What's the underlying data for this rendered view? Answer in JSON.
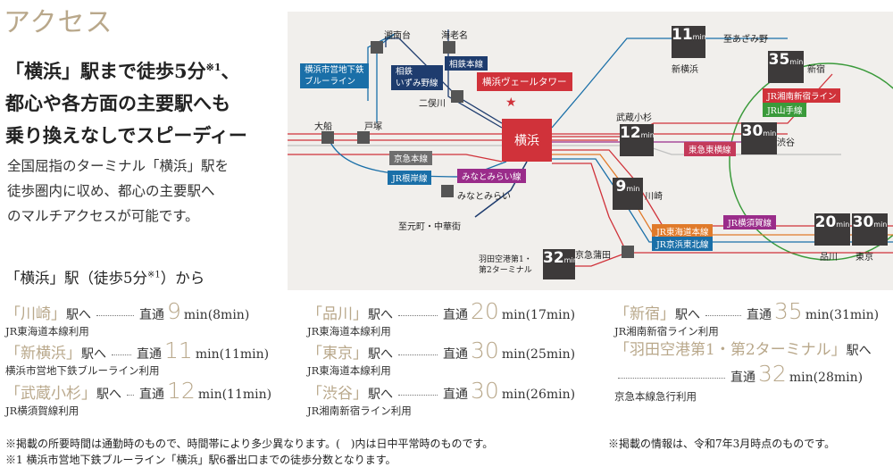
{
  "title": "アクセス",
  "headline": {
    "line1": "「横浜」駅まで徒歩5分",
    "line1_sup": "※1",
    "line1_end": "、",
    "line2": "都心や各方面の主要駅へも",
    "line3": "乗り換えなしでスピーディー"
  },
  "description": [
    "全国屈指のターミナル「横浜」駅を",
    "徒歩圏内に収め、都心の主要駅へ",
    "のマルチアクセスが可能です。"
  ],
  "from_title": {
    "text": "「横浜」駅（徒歩5分",
    "sup": "※1",
    "end": "）から"
  },
  "destinations": [
    {
      "station": "「川崎」",
      "suffix": "駅へ",
      "direct": "直通",
      "min": "9",
      "unit": "min",
      "alt": "(8min)",
      "note": "JR東海道本線利用"
    },
    {
      "station": "「新横浜」",
      "suffix": "駅へ",
      "direct": "直通",
      "min": "11",
      "unit": "min",
      "alt": "(11min)",
      "note": "横浜市営地下鉄ブルーライン利用"
    },
    {
      "station": "「武蔵小杉」",
      "suffix": "駅へ",
      "direct": "直通",
      "min": "12",
      "unit": "min",
      "alt": "(11min)",
      "note": "JR横須賀線利用"
    },
    {
      "station": "「品川」",
      "suffix": "駅へ",
      "direct": "直通",
      "min": "20",
      "unit": "min",
      "alt": "(17min)",
      "note": "JR東海道本線利用"
    },
    {
      "station": "「東京」",
      "suffix": "駅へ",
      "direct": "直通",
      "min": "30",
      "unit": "min",
      "alt": "(25min)",
      "note": "JR東海道本線利用"
    },
    {
      "station": "「渋谷」",
      "suffix": "駅へ",
      "direct": "直通",
      "min": "30",
      "unit": "min",
      "alt": "(26min)",
      "note": "JR湘南新宿ライン利用"
    },
    {
      "station": "「新宿」",
      "suffix": "駅へ",
      "direct": "直通",
      "min": "35",
      "unit": "min",
      "alt": "(31min)",
      "note": "JR湘南新宿ライン利用"
    },
    {
      "station": "「羽田空港第1・第2ターミナル」",
      "suffix": "駅へ",
      "direct": "直通",
      "min": "32",
      "unit": "min",
      "alt": "(28min)",
      "note": "京急本線急行利用"
    }
  ],
  "footnotes": {
    "a": "※掲載の所要時間は通勤時のもので、時間帯により多少異なります。(　)内は日中平常時のものです。",
    "b": "※掲載の情報は、令和7年3月時点のものです。",
    "c": "※1 横浜市営地下鉄ブルーライン「横浜」駅6番出口までの徒歩分数となります。"
  },
  "map": {
    "stations": {
      "yokohama": "横浜",
      "shonandai": "湘南台",
      "ebina": "海老名",
      "futamatagawa": "二俣川",
      "ofuna": "大船",
      "totsuka": "戸塚",
      "minatomirai": "みなとみらい",
      "motomachi": "至元町・中華街",
      "shinyokohama": "新横浜",
      "azamino": "至あざみ野",
      "musashikosugi": "武蔵小杉",
      "kawasaki": "川崎",
      "shinjuku": "新宿",
      "shibuya": "渋谷",
      "shinagawa": "品川",
      "tokyo": "東京",
      "keikyukamata": "京急蒲田",
      "haneda": "羽田空港第1・\n第2ターミナル"
    },
    "lines": {
      "blueline": "横浜市営地下鉄\nブルーライン",
      "izumino": "相鉄\nいずみ野線",
      "sotetsu": "相鉄本線",
      "keikyu": "京急本線",
      "negishi": "JR根岸線",
      "minatomirai": "みなとみらい線",
      "toyoko": "東急東横線",
      "shonan": "JR湘南新宿ライン",
      "yamanote": "JR山手線",
      "yokosuka": "JR横須賀線",
      "tokaido": "JR東海道本線",
      "keihin": "JR京浜東北線"
    },
    "tower": "横浜ヴェールタワー",
    "star": "★",
    "times": {
      "shinyokohama": "11",
      "musashikosugi": "12",
      "kawasaki": "9",
      "shinjuku": "35",
      "shibuya": "30",
      "shinagawa": "20",
      "tokyo": "30",
      "haneda": "32"
    },
    "unit": "min",
    "colors": {
      "red": "#d0323a",
      "blue": "#1a6fa8",
      "navy": "#1e3c6e",
      "magenta": "#9a2c8a",
      "orange": "#e07a2a",
      "green": "#3a9a3a",
      "gray": "#6e6e6e",
      "tokyu": "#c43a5a"
    }
  }
}
